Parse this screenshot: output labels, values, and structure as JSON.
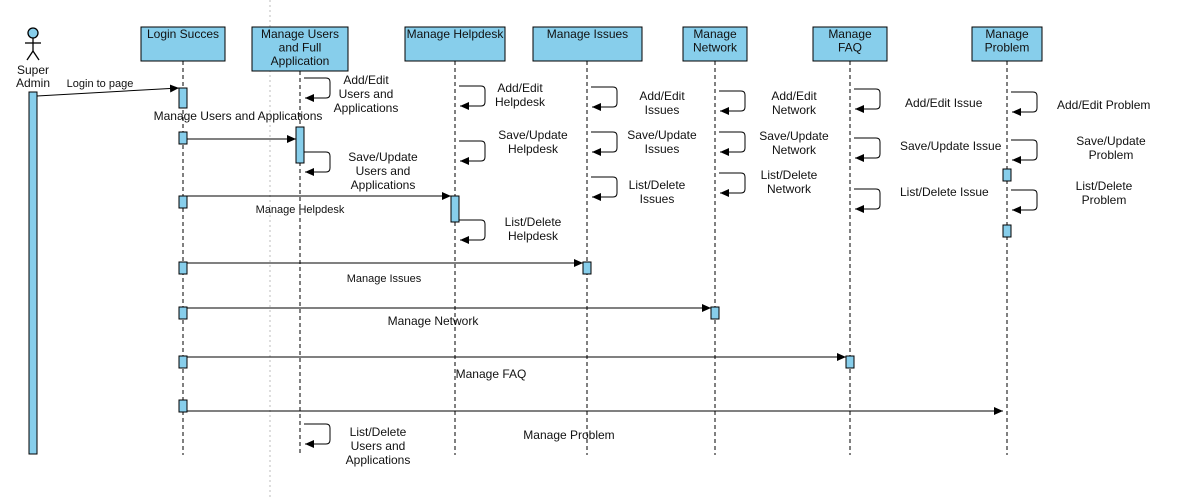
{
  "colors": {
    "lifeline_fill": "#87ceeb",
    "stroke": "#000000",
    "divider": "#bdbdbd"
  },
  "actor": {
    "name_lines": [
      "Super",
      "Admin"
    ],
    "icon": "stick-figure-icon"
  },
  "lifelines": [
    {
      "id": "login",
      "lines": [
        "Login Succes"
      ]
    },
    {
      "id": "users",
      "lines": [
        "Manage Users",
        "and Full",
        "Application"
      ]
    },
    {
      "id": "helpdesk",
      "lines": [
        "Manage Helpdesk"
      ]
    },
    {
      "id": "issues",
      "lines": [
        "Manage Issues"
      ]
    },
    {
      "id": "network",
      "lines": [
        "Manage",
        "Network"
      ]
    },
    {
      "id": "faq",
      "lines": [
        "Manage",
        "FAQ"
      ]
    },
    {
      "id": "problem",
      "lines": [
        "Manage",
        "Problem"
      ]
    }
  ],
  "messages": [
    {
      "id": "login-to-page",
      "from": "actor",
      "to": "login",
      "lines": [
        "Login to page"
      ]
    },
    {
      "id": "manage-users-apps",
      "from": "login",
      "to": "users",
      "lines": [
        "Manage Users and Applications"
      ]
    },
    {
      "id": "manage-helpdesk",
      "from": "login",
      "to": "helpdesk",
      "lines": [
        "Manage Helpdesk"
      ]
    },
    {
      "id": "manage-issues",
      "from": "login",
      "to": "issues",
      "lines": [
        "Manage Issues"
      ]
    },
    {
      "id": "manage-network",
      "from": "login",
      "to": "network",
      "lines": [
        "Manage Network"
      ]
    },
    {
      "id": "manage-faq",
      "from": "login",
      "to": "faq",
      "lines": [
        "Manage FAQ"
      ]
    },
    {
      "id": "manage-problem",
      "from": "login",
      "to": "problem",
      "lines": [
        "Manage Problem"
      ]
    }
  ],
  "self_messages": [
    {
      "id": "users-add-edit",
      "on": "users",
      "lines": [
        "Add/Edit",
        "Users and",
        "Applications"
      ]
    },
    {
      "id": "users-save-update",
      "on": "users",
      "lines": [
        "Save/Update",
        "Users and",
        "Applications"
      ]
    },
    {
      "id": "users-list-delete",
      "on": "users",
      "lines": [
        "List/Delete",
        "Users and",
        "Applications"
      ]
    },
    {
      "id": "helpdesk-add-edit",
      "on": "helpdesk",
      "lines": [
        "Add/Edit",
        "Helpdesk"
      ]
    },
    {
      "id": "helpdesk-save-update",
      "on": "helpdesk",
      "lines": [
        "Save/Update",
        "Helpdesk"
      ]
    },
    {
      "id": "helpdesk-list-delete",
      "on": "helpdesk",
      "lines": [
        "List/Delete",
        "Helpdesk"
      ]
    },
    {
      "id": "issues-add-edit",
      "on": "issues",
      "lines": [
        "Add/Edit",
        "Issues"
      ]
    },
    {
      "id": "issues-save-update",
      "on": "issues",
      "lines": [
        "Save/Update",
        "Issues"
      ]
    },
    {
      "id": "issues-list-delete",
      "on": "issues",
      "lines": [
        "List/Delete",
        "Issues"
      ]
    },
    {
      "id": "network-add-edit",
      "on": "network",
      "lines": [
        "Add/Edit",
        "Network"
      ]
    },
    {
      "id": "network-save-update",
      "on": "network",
      "lines": [
        "Save/Update",
        "Network"
      ]
    },
    {
      "id": "network-list-delete",
      "on": "network",
      "lines": [
        "List/Delete",
        "Network"
      ]
    },
    {
      "id": "faq-add-edit",
      "on": "faq",
      "lines": [
        "Add/Edit Issue"
      ]
    },
    {
      "id": "faq-save-update",
      "on": "faq",
      "lines": [
        "Save/Update Issue"
      ]
    },
    {
      "id": "faq-list-delete",
      "on": "faq",
      "lines": [
        "List/Delete Issue"
      ]
    },
    {
      "id": "problem-add-edit",
      "on": "problem",
      "lines": [
        "Add/Edit Problem"
      ]
    },
    {
      "id": "problem-save-update",
      "on": "problem",
      "lines": [
        "Save/Update",
        "Problem"
      ]
    },
    {
      "id": "problem-list-delete",
      "on": "problem",
      "lines": [
        "List/Delete",
        "Problem"
      ]
    }
  ]
}
